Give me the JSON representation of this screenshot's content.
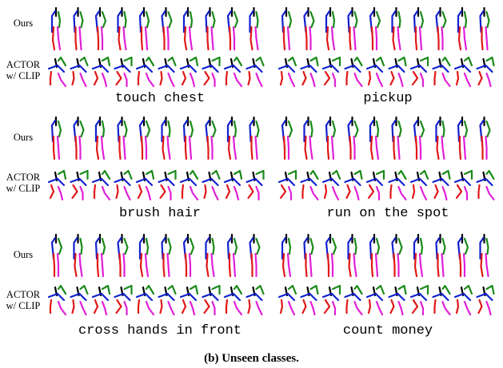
{
  "row_labels": {
    "ours": "Ours",
    "actor_line1": "ACTOR",
    "actor_line2": "w/ CLIP"
  },
  "actions": [
    "touch chest",
    "pickup",
    "brush hair",
    "run on the spot",
    "cross hands in front",
    "count money"
  ],
  "caption": "(b) Unseen classes.",
  "colors": {
    "torso": "#1020d0",
    "arm": "#1a8a1a",
    "leg_left": "#e01818",
    "leg_right": "#e020d8",
    "head": "#000000"
  }
}
